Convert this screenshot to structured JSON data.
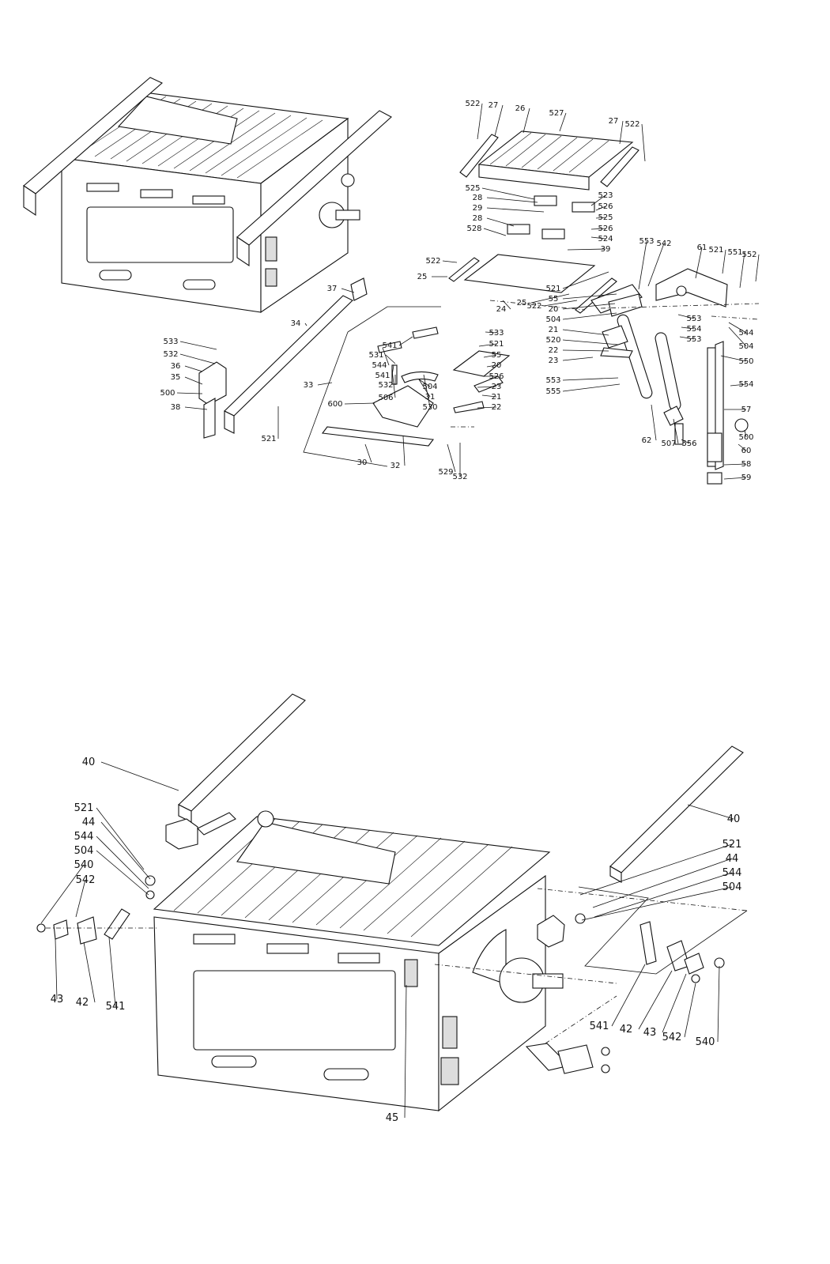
{
  "top_labels": [
    "522",
    "27",
    "26",
    "527",
    "27",
    "522",
    "525",
    "28",
    "29",
    "28",
    "528",
    "523",
    "526",
    "525",
    "526",
    "524",
    "39",
    "553",
    "542",
    "61",
    "521",
    "551",
    "552",
    "522",
    "25",
    "24",
    "25",
    "522",
    "521",
    "55",
    "20",
    "504",
    "21",
    "520",
    "22",
    "23",
    "553",
    "555",
    "553",
    "554",
    "553",
    "544",
    "504",
    "550",
    "554",
    "57",
    "500",
    "60",
    "58",
    "59",
    "62",
    "507",
    "556",
    "37",
    "34",
    "533",
    "532",
    "36",
    "35",
    "500",
    "38",
    "521",
    "541",
    "531",
    "544",
    "541",
    "532",
    "506",
    "33",
    "600",
    "30",
    "32",
    "529",
    "532",
    "533",
    "521",
    "55",
    "20",
    "504",
    "31",
    "530",
    "526",
    "23",
    "21",
    "22",
    "520"
  ],
  "bottom_labels": [
    "40",
    "521",
    "44",
    "544",
    "504",
    "540",
    "542",
    "43",
    "42",
    "541",
    "45",
    "40",
    "521",
    "44",
    "544",
    "504",
    "541",
    "42",
    "43",
    "542",
    "540"
  ]
}
